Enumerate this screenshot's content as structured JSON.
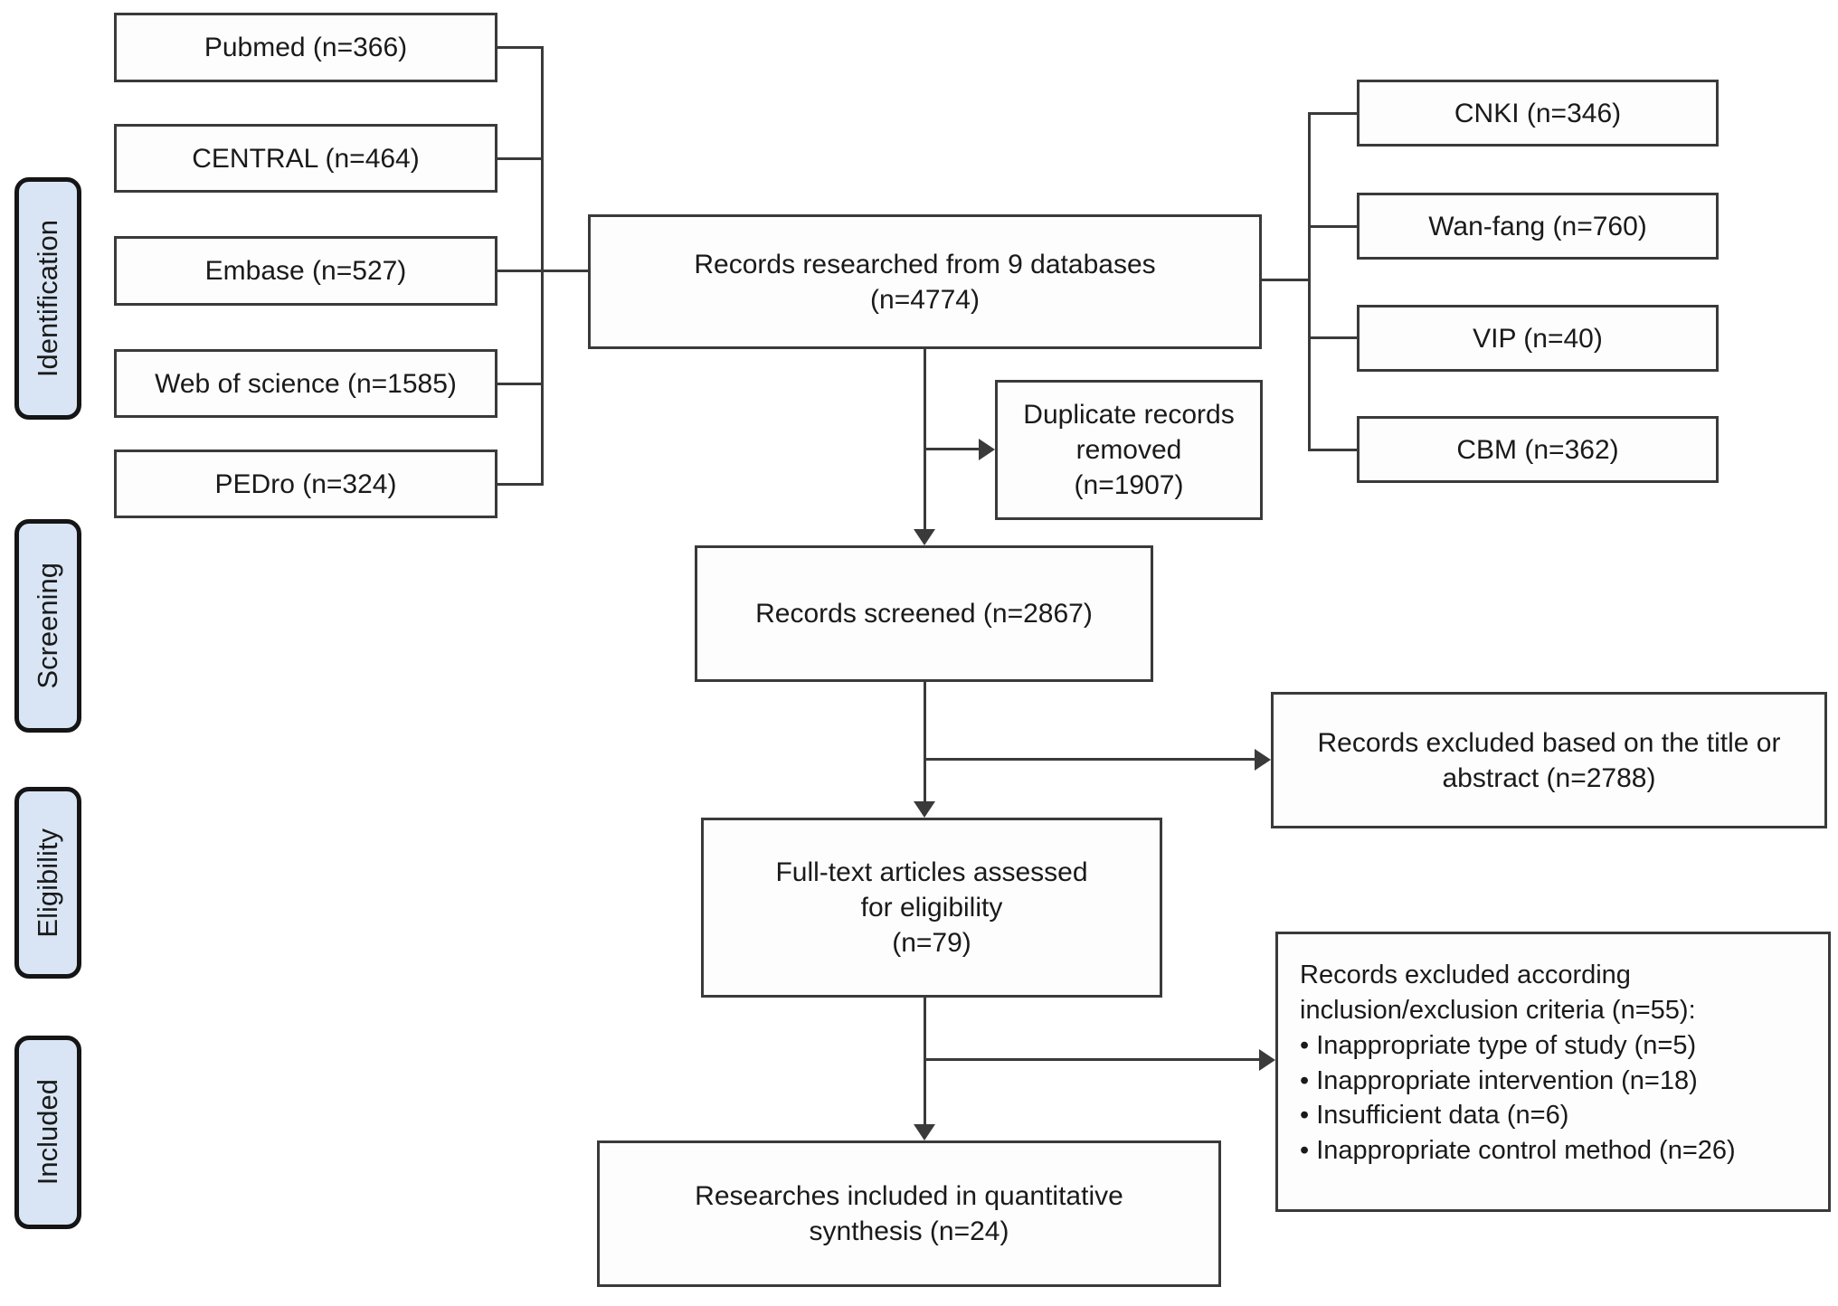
{
  "stages": {
    "identification": "Identification",
    "screening": "Screening",
    "eligibility": "Eligibility",
    "included": "Included"
  },
  "left_databases": {
    "pubmed": "Pubmed (n=366)",
    "central": "CENTRAL (n=464)",
    "embase": "Embase (n=527)",
    "web_of_science": "Web of science (n=1585)",
    "pedro": "PEDro (n=324)"
  },
  "right_databases": {
    "cnki": "CNKI (n=346)",
    "wanfang": "Wan-fang (n=760)",
    "vip": "VIP (n=40)",
    "cbm": "CBM (n=362)"
  },
  "flow": {
    "records_researched": {
      "lines": [
        "Records researched from 9 databases",
        "(n=4774)"
      ]
    },
    "duplicates_removed": {
      "lines": [
        "Duplicate records",
        "removed",
        "(n=1907)"
      ]
    },
    "records_screened": {
      "lines": [
        "Records screened (n=2867)"
      ]
    },
    "excluded_title_abstract": {
      "lines": [
        "Records excluded based on the title or",
        "abstract (n=2788)"
      ]
    },
    "fulltext_assessed": {
      "lines": [
        "Full-text articles assessed",
        "for eligibility",
        "(n=79)"
      ]
    },
    "excluded_criteria": {
      "lines": [
        "Records excluded according",
        "inclusion/exclusion criteria (n=55):",
        "• Inappropriate type of study (n=5)",
        "• Inappropriate intervention (n=18)",
        "• Insufficient data (n=6)",
        "• Inappropriate control method (n=26)"
      ]
    },
    "included_quantitative": {
      "lines": [
        "Researches included in quantitative",
        "synthesis (n=24)"
      ]
    }
  },
  "colors": {
    "stage_fill": "#d9e5f4",
    "stage_border": "#151515",
    "box_fill": "#fdfdfd",
    "box_border": "#3a3a3a",
    "connector": "#3a3a3a",
    "text": "#1a1a1a"
  }
}
